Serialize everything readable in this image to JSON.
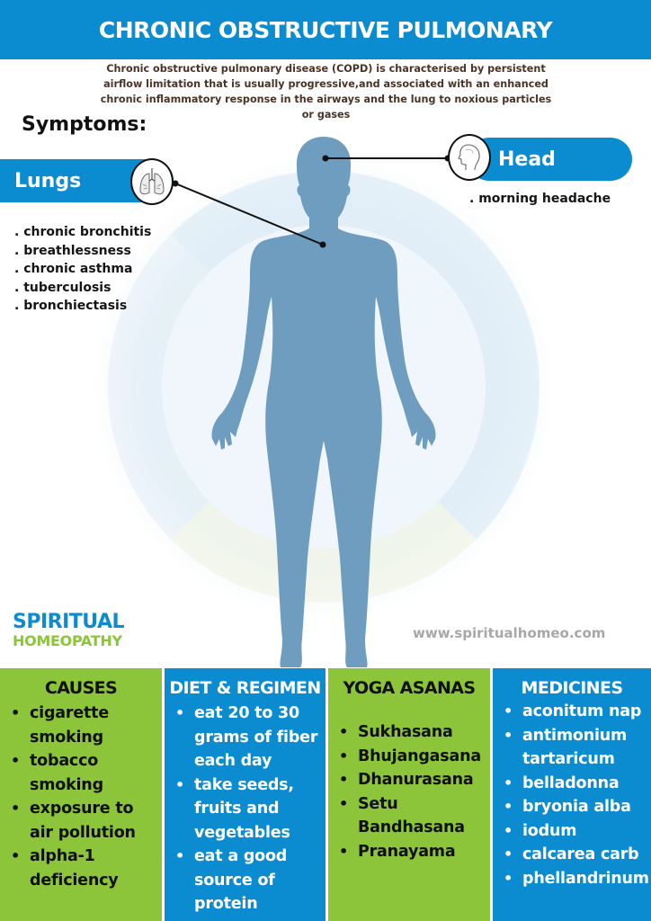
{
  "header": {
    "title": "CHRONIC OBSTRUCTIVE PULMONARY"
  },
  "intro": "Chronic obstructive pulmonary disease (COPD) is characterised by persistent airflow limitation that is usually progressive,and associated with an enhanced chronic inflammatory response in the airways and the lung to noxious particles or gases",
  "symptoms": {
    "label": "Symptoms:",
    "lungs": {
      "label": "Lungs",
      "icon": "lungs-icon",
      "items": [
        ". chronic bronchitis",
        ". breathlessness",
        ". chronic asthma",
        ". tuberculosis",
        ". bronchiectasis"
      ]
    },
    "head": {
      "label": "Head",
      "icon": "head-profile-icon",
      "items": [
        ". morning headache"
      ]
    }
  },
  "brand": {
    "line1": "SPIRITUAL",
    "line2": "HOMEOPATHY",
    "website": "www.spiritualhomeo.com"
  },
  "colors": {
    "blue": "#0b8bd0",
    "green": "#8cc43a",
    "figure": "#6f9dc0"
  },
  "columns": [
    {
      "title": "CAUSES",
      "items": [
        "cigarette smoking",
        "tobacco smoking",
        "exposure to air pollution",
        "alpha-1 deficiency"
      ]
    },
    {
      "title": "DIET & REGIMEN",
      "items": [
        "eat 20 to 30 grams of fiber each day",
        "take seeds, fruits and vegetables",
        "eat a good source of protein"
      ]
    },
    {
      "title": "YOGA ASANAS",
      "items": [
        "Sukhasana",
        "Bhujangasana",
        "Dhanurasana",
        "Setu Bandhasana",
        "Pranayama"
      ]
    },
    {
      "title": "MEDICINES",
      "items": [
        "aconitum nap",
        "antimonium tartaricum",
        "belladonna",
        "bryonia alba",
        "iodum",
        "calcarea carb",
        "phellandrinum"
      ]
    }
  ]
}
